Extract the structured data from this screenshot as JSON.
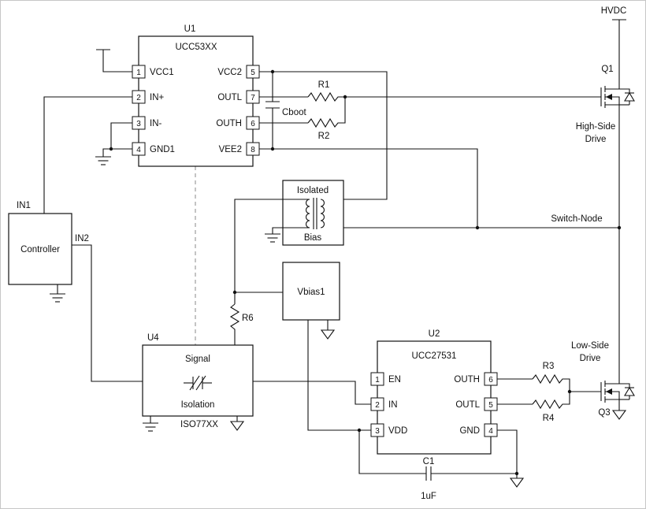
{
  "colors": {
    "ink": "#111111",
    "background": "#ffffff",
    "dashed_line": "#888888"
  },
  "power": {
    "hvdc_label": "HVDC",
    "switch_node_label": "Switch-Node"
  },
  "controller": {
    "label": "Controller",
    "out1": "IN1",
    "out2": "IN2"
  },
  "u1": {
    "ref": "U1",
    "part": "UCC53XX",
    "pins_left": [
      {
        "num": "1",
        "name": "VCC1"
      },
      {
        "num": "2",
        "name": "IN+"
      },
      {
        "num": "3",
        "name": "IN-"
      },
      {
        "num": "4",
        "name": "GND1"
      }
    ],
    "pins_right": [
      {
        "num": "5",
        "name": "VCC2"
      },
      {
        "num": "7",
        "name": "OUTL"
      },
      {
        "num": "6",
        "name": "OUTH"
      },
      {
        "num": "8",
        "name": "VEE2"
      }
    ]
  },
  "u2": {
    "ref": "U2",
    "part": "UCC27531",
    "pins_left": [
      {
        "num": "1",
        "name": "EN"
      },
      {
        "num": "2",
        "name": "IN"
      },
      {
        "num": "3",
        "name": "VDD"
      }
    ],
    "pins_right": [
      {
        "num": "6",
        "name": "OUTH"
      },
      {
        "num": "5",
        "name": "OUTL"
      },
      {
        "num": "4",
        "name": "GND"
      }
    ]
  },
  "u4": {
    "ref": "U4",
    "part": "ISO77XX",
    "label_top": "Signal",
    "label_bottom": "Isolation"
  },
  "bias_supply": {
    "label_top": "Isolated",
    "label_bottom": "Bias",
    "vbias_label": "Vbias1"
  },
  "passives": {
    "r1": "R1",
    "r2": "R2",
    "r3": "R3",
    "r4": "R4",
    "r6": "R6",
    "cboot": "Cboot",
    "c1": "C1",
    "c1_value": "1uF"
  },
  "transistors": {
    "q1": {
      "ref": "Q1",
      "role_line1": "High-Side",
      "role_line2": "Drive"
    },
    "q3": {
      "ref": "Q3",
      "role_line1": "Low-Side",
      "role_line2": "Drive"
    }
  }
}
